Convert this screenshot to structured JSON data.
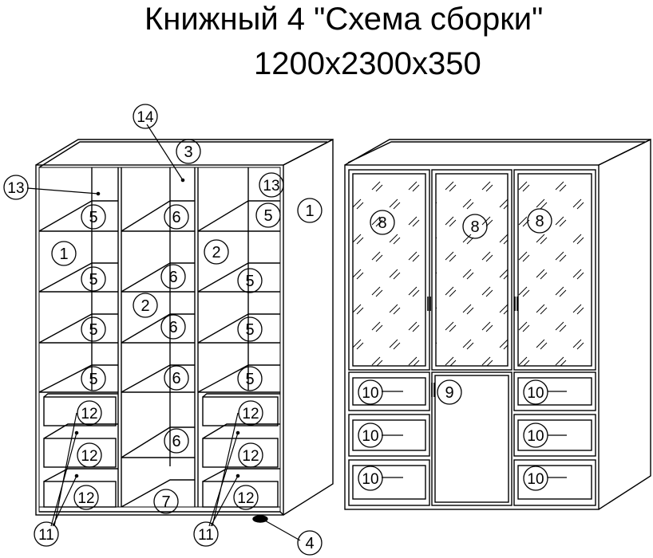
{
  "title": "Книжный 4  \"Схема сборки\"",
  "dimensions": "1200x2300x350",
  "callouts": {
    "left_cabinet": [
      {
        "label": "14"
      },
      {
        "label": "3"
      },
      {
        "label": "13"
      },
      {
        "label": "13"
      },
      {
        "label": "1"
      },
      {
        "label": "5"
      },
      {
        "label": "6"
      },
      {
        "label": "5"
      },
      {
        "label": "1"
      },
      {
        "label": "2"
      },
      {
        "label": "5"
      },
      {
        "label": "6"
      },
      {
        "label": "5"
      },
      {
        "label": "2"
      },
      {
        "label": "5"
      },
      {
        "label": "6"
      },
      {
        "label": "5"
      },
      {
        "label": "5"
      },
      {
        "label": "6"
      },
      {
        "label": "5"
      },
      {
        "label": "12"
      },
      {
        "label": "12"
      },
      {
        "label": "12"
      },
      {
        "label": "6"
      },
      {
        "label": "12"
      },
      {
        "label": "12"
      },
      {
        "label": "7"
      },
      {
        "label": "12"
      },
      {
        "label": "11"
      },
      {
        "label": "11"
      },
      {
        "label": "4"
      }
    ],
    "right_cabinet": [
      {
        "label": "8"
      },
      {
        "label": "8"
      },
      {
        "label": "8"
      },
      {
        "label": "10"
      },
      {
        "label": "9"
      },
      {
        "label": "10"
      },
      {
        "label": "10"
      },
      {
        "label": "10"
      },
      {
        "label": "10"
      },
      {
        "label": "10"
      }
    ]
  }
}
